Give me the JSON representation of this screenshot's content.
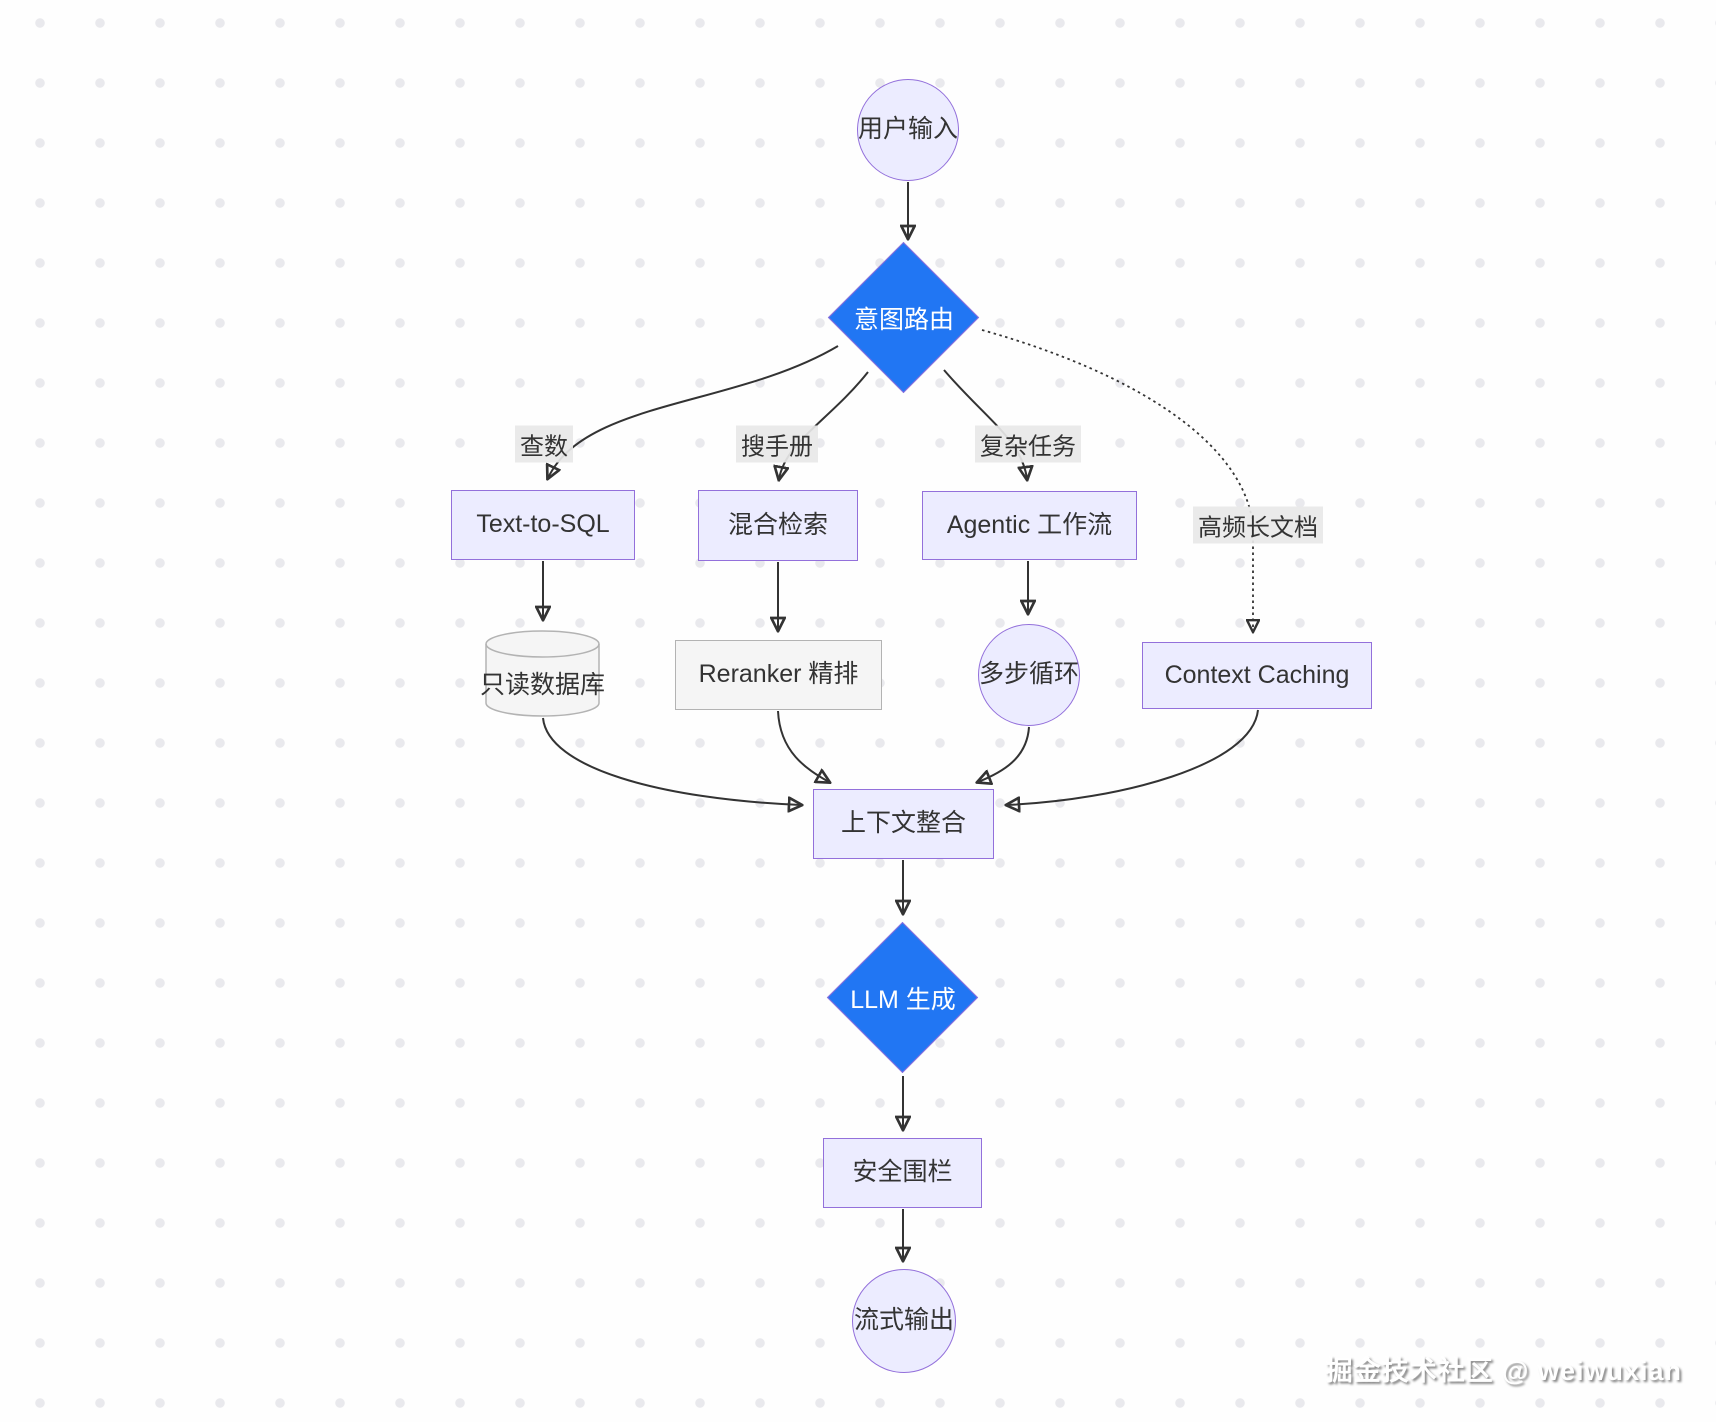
{
  "diagram": {
    "type": "flowchart-top-down",
    "nodes": {
      "user_input": {
        "label": "用户输入",
        "shape": "circle"
      },
      "intent_router": {
        "label": "意图路由",
        "shape": "diamond"
      },
      "text_to_sql": {
        "label": "Text-to-SQL",
        "shape": "rect"
      },
      "hybrid_retrieval": {
        "label": "混合检索",
        "shape": "rect"
      },
      "agentic_workflow": {
        "label": "Agentic 工作流",
        "shape": "rect"
      },
      "context_caching": {
        "label": "Context Caching",
        "shape": "rect"
      },
      "readonly_db": {
        "label": "只读数据库",
        "shape": "cylinder"
      },
      "reranker": {
        "label": "Reranker 精排",
        "shape": "rect"
      },
      "multi_step_loop": {
        "label": "多步循环",
        "shape": "circle"
      },
      "context_merge": {
        "label": "上下文整合",
        "shape": "rect"
      },
      "llm_generate": {
        "label": "LLM 生成",
        "shape": "diamond"
      },
      "guardrails": {
        "label": "安全围栏",
        "shape": "rect"
      },
      "stream_output": {
        "label": "流式输出",
        "shape": "circle"
      }
    },
    "edges": [
      {
        "from": "user_input",
        "to": "intent_router",
        "style": "solid"
      },
      {
        "from": "intent_router",
        "to": "text_to_sql",
        "label": "查数",
        "style": "solid"
      },
      {
        "from": "intent_router",
        "to": "hybrid_retrieval",
        "label": "搜手册",
        "style": "solid"
      },
      {
        "from": "intent_router",
        "to": "agentic_workflow",
        "label": "复杂任务",
        "style": "solid"
      },
      {
        "from": "intent_router",
        "to": "context_caching",
        "label": "高频长文档",
        "style": "dotted"
      },
      {
        "from": "text_to_sql",
        "to": "readonly_db",
        "style": "solid"
      },
      {
        "from": "hybrid_retrieval",
        "to": "reranker",
        "style": "solid"
      },
      {
        "from": "agentic_workflow",
        "to": "multi_step_loop",
        "style": "solid"
      },
      {
        "from": "readonly_db",
        "to": "context_merge",
        "style": "solid"
      },
      {
        "from": "reranker",
        "to": "context_merge",
        "style": "solid"
      },
      {
        "from": "multi_step_loop",
        "to": "context_merge",
        "style": "solid"
      },
      {
        "from": "context_caching",
        "to": "context_merge",
        "style": "solid"
      },
      {
        "from": "context_merge",
        "to": "llm_generate",
        "style": "solid"
      },
      {
        "from": "llm_generate",
        "to": "guardrails",
        "style": "solid"
      },
      {
        "from": "guardrails",
        "to": "stream_output",
        "style": "solid"
      }
    ]
  },
  "colors": {
    "node_fill": "#ECECFF",
    "node_border": "#9370DB",
    "decision_fill": "#2176f3",
    "decision_text": "#FFFFFF",
    "neutral_fill": "#f5f5f5",
    "neutral_border": "#b3b3b3",
    "edge_stroke": "#333333",
    "edge_label_bg": "#e8e8e8",
    "text": "#333333",
    "background": "#fefefe"
  },
  "watermark": {
    "text": "掘金技术社区 @ weiwuxian"
  }
}
